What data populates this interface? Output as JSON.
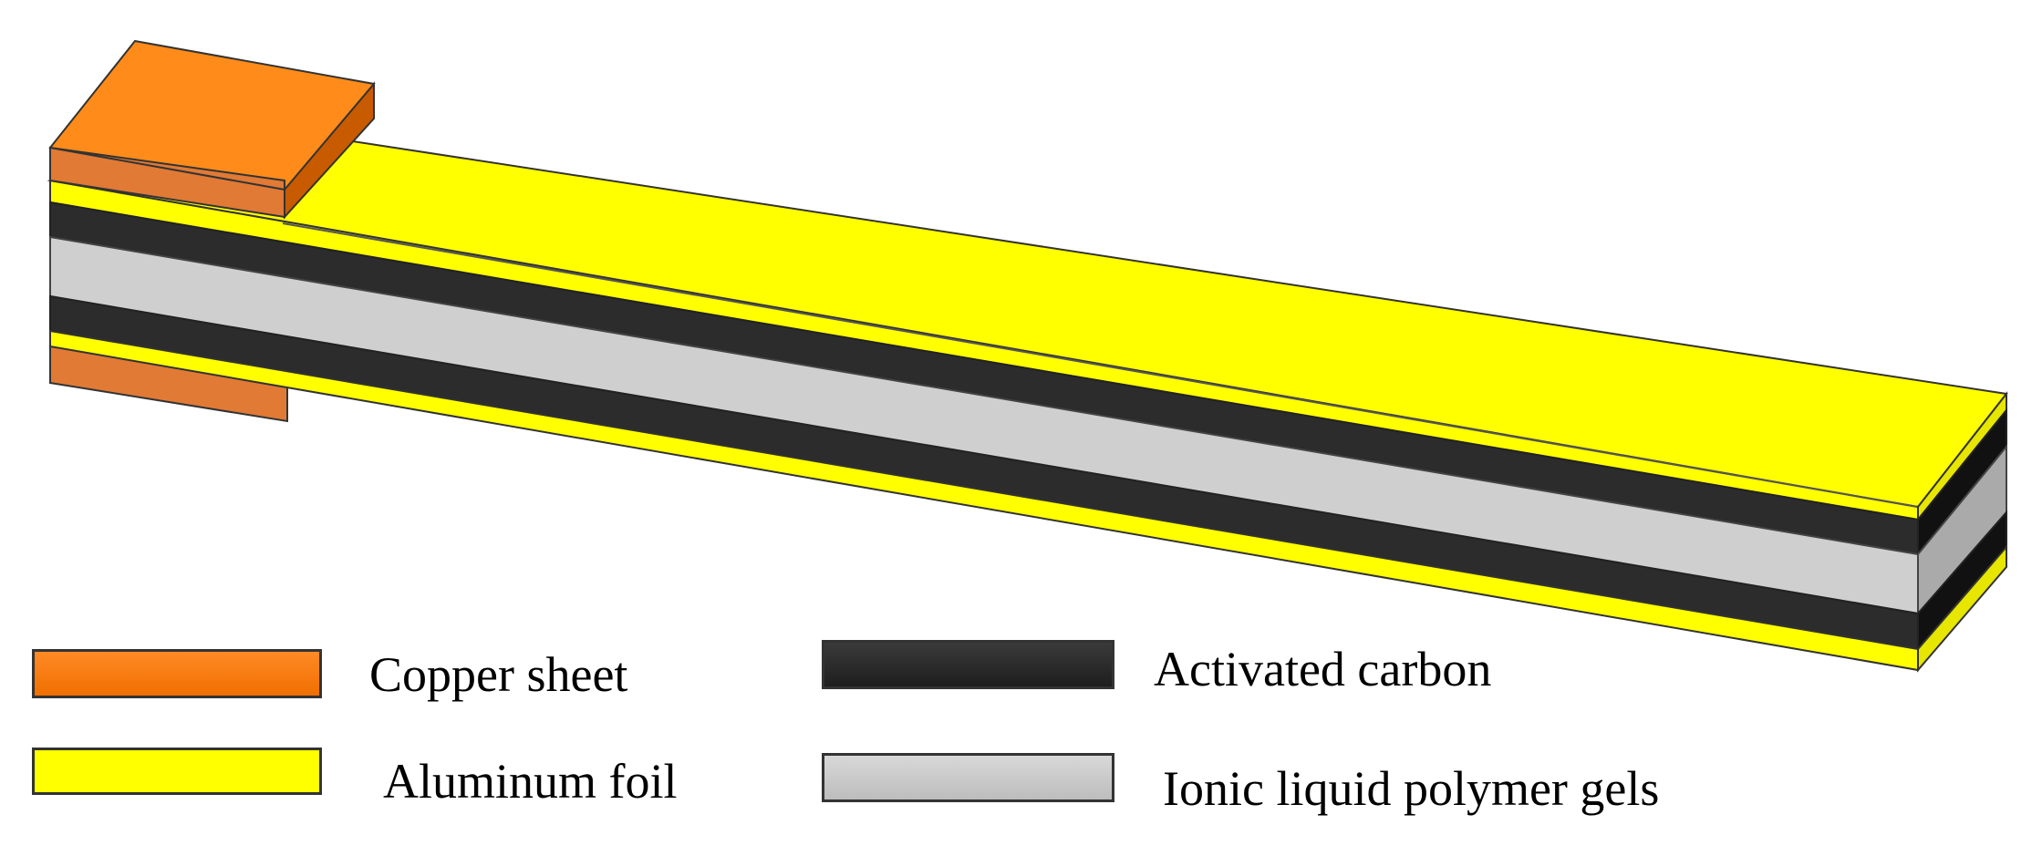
{
  "legend": {
    "copper": {
      "label": "Copper sheet",
      "color": "#ff8a26"
    },
    "aluminum": {
      "label": "Aluminum foil",
      "color": "#ffff00"
    },
    "carbon": {
      "label": "Activated carbon",
      "color": "#2a2a2a"
    },
    "gel": {
      "label": "Ionic liquid polymer gels",
      "color": "#cccccc"
    }
  }
}
